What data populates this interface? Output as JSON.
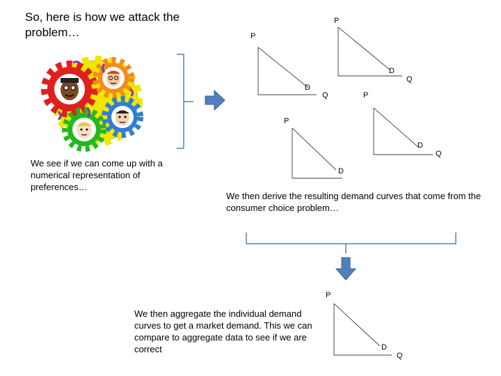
{
  "title": "So, here is how we attack the problem…",
  "captions": {
    "preferences": "We see if we can come up with a numerical representation of preferences…",
    "derive": "We then derive the resulting demand curves that come from the consumer choice problem…",
    "aggregate": "We then aggregate the individual demand curves to get a market demand.  This we can compare to aggregate data to see if we are correct"
  },
  "axis_labels": {
    "price": "P",
    "quantity": "Q",
    "demand": "D"
  },
  "colors": {
    "arrow_fill": "#4f81bd",
    "arrow_stroke": "#385d8a",
    "gear_red": "#e02020",
    "gear_yellow": "#f2e600",
    "gear_blue": "#2e7ed8",
    "gear_green": "#22b822",
    "bracket": "#4f81bd"
  },
  "icons": {
    "gears": "gears-with-faces-icon",
    "arrow_right": "arrow-right-icon",
    "arrow_down": "arrow-down-icon"
  }
}
